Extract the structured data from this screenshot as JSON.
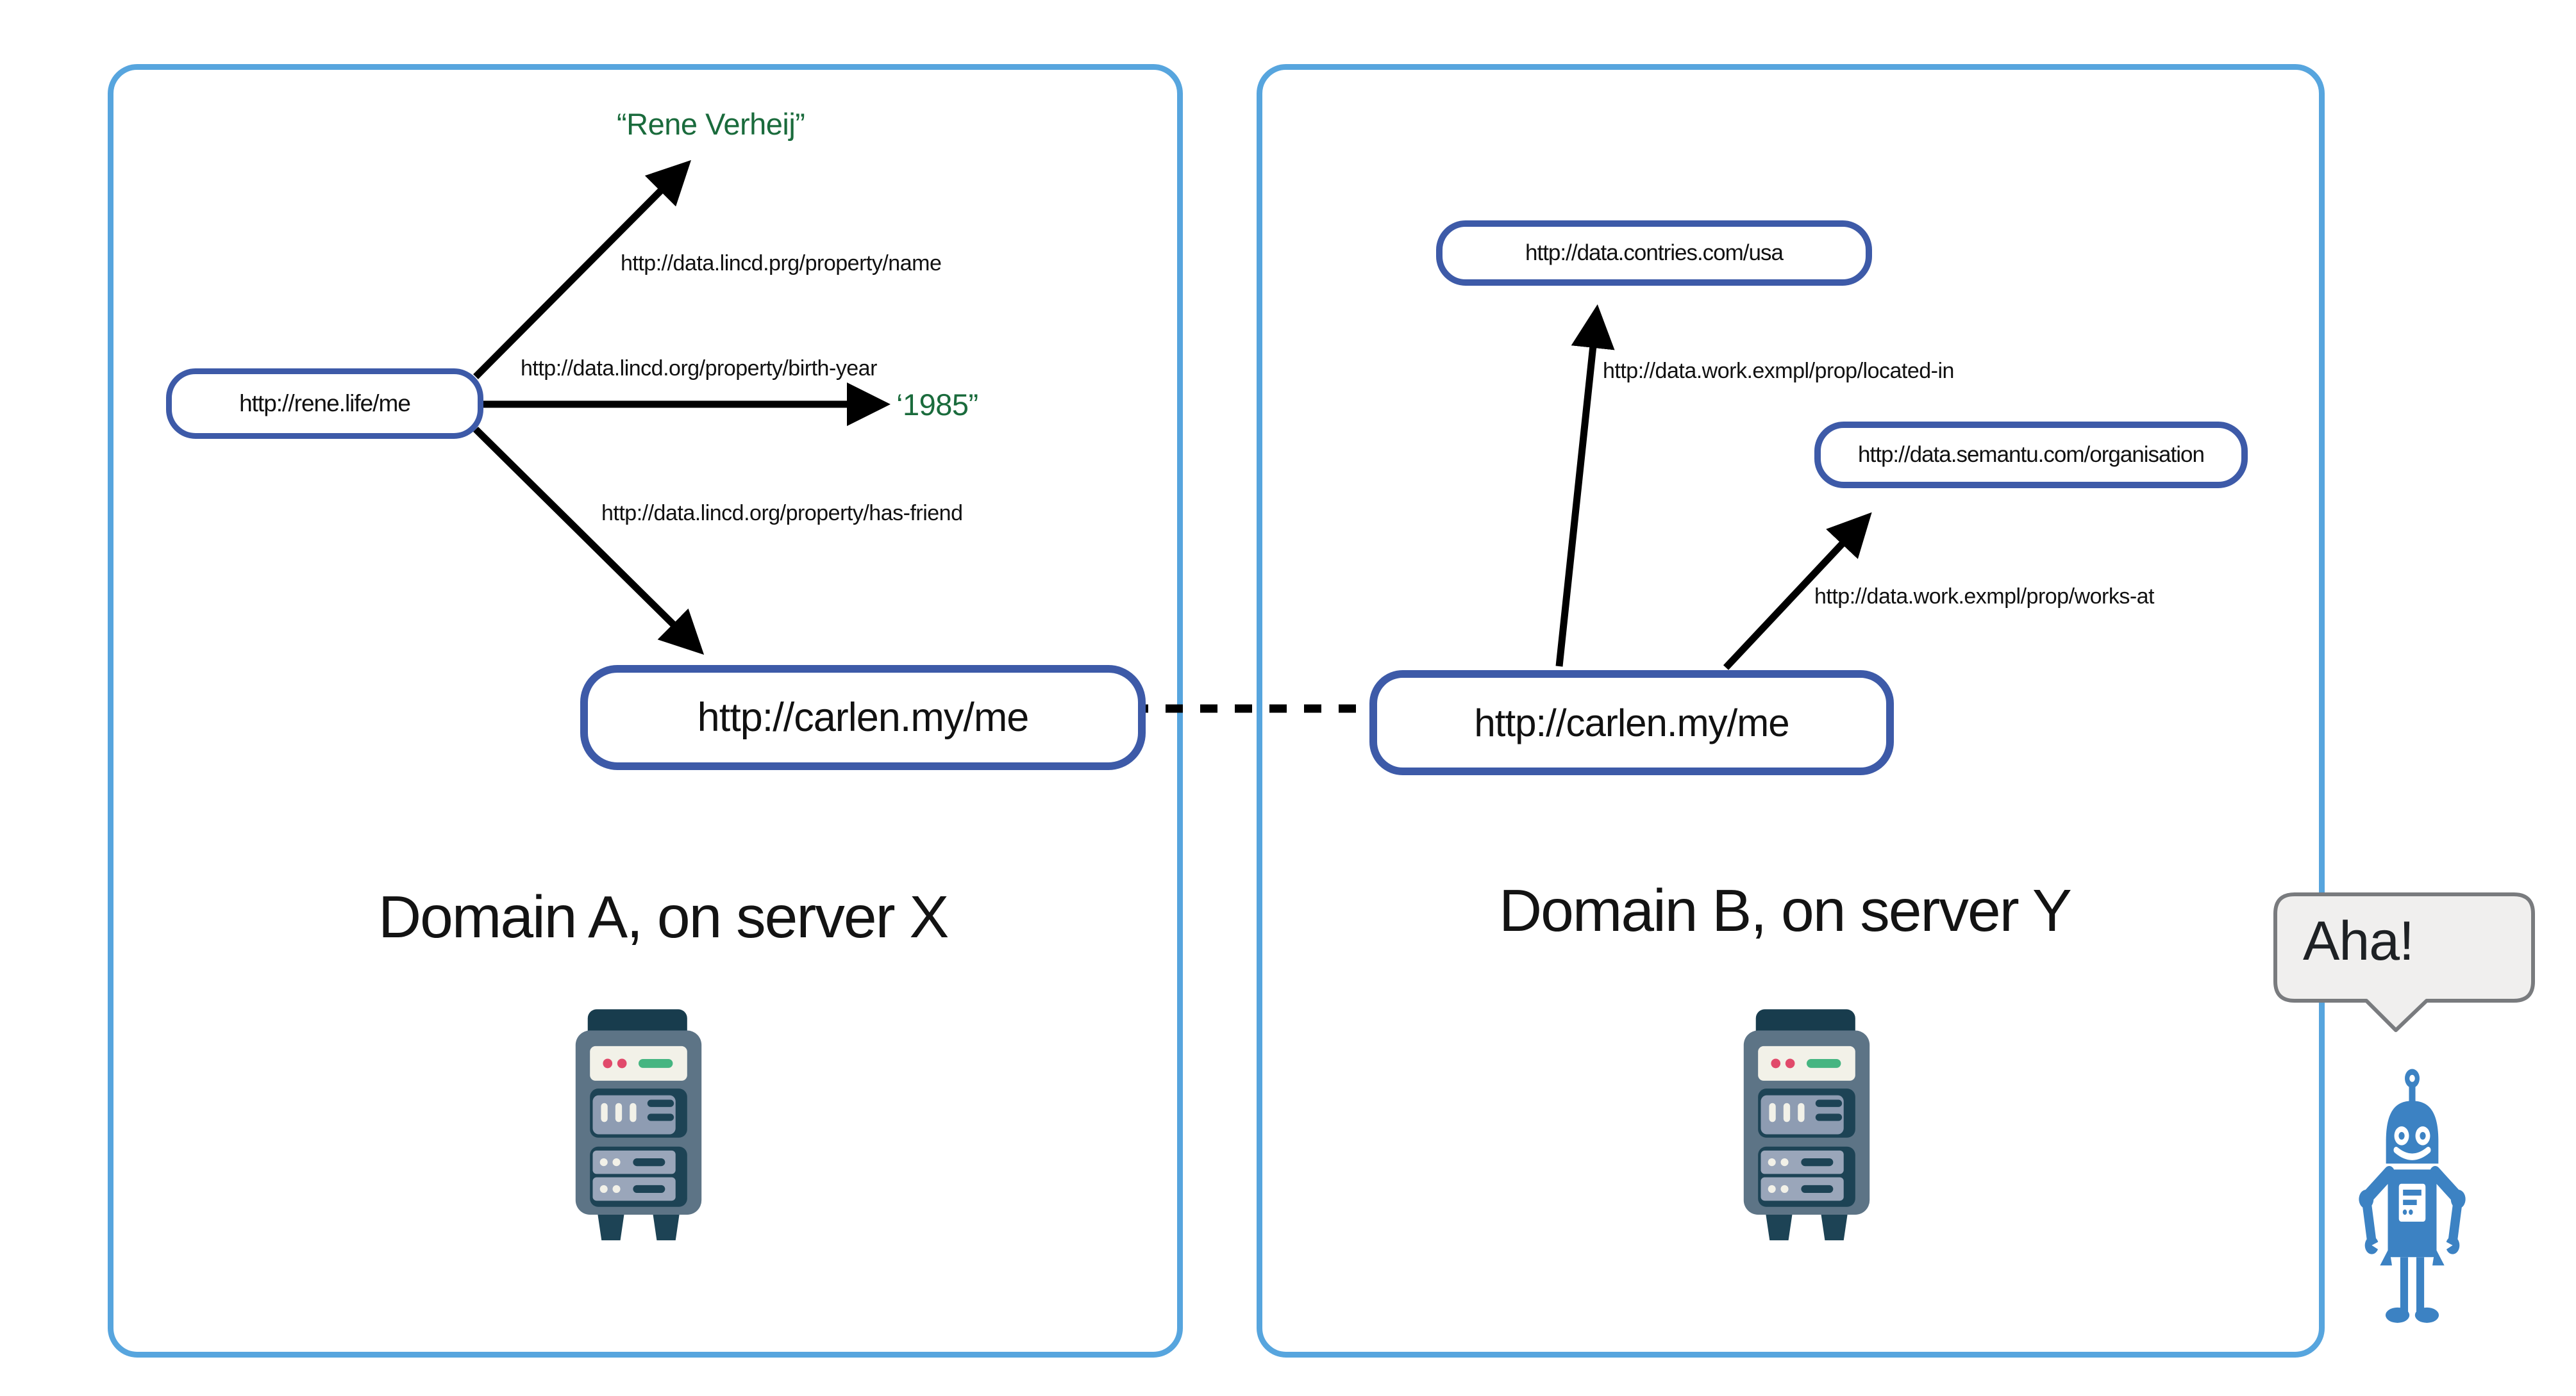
{
  "panels": {
    "a": {
      "title": "Domain A, on server X",
      "nodes": {
        "rene": "http://rene.life/me",
        "carlen": "http://carlen.my/me"
      },
      "literals": {
        "name": "“Rene Verheij”",
        "birth_year": "‘1985”"
      },
      "edges": {
        "name": "http://data.lincd.prg/property/name",
        "birth_year": "http://data.lincd.org/property/birth-year",
        "has_friend": "http://data.lincd.org/property/has-friend"
      }
    },
    "b": {
      "title": "Domain B, on server Y",
      "nodes": {
        "carlen": "http://carlen.my/me",
        "usa": "http://data.contries.com/usa",
        "organisation": "http://data.semantu.com/organisation"
      },
      "edges": {
        "located_in": "http://data.work.exmpl/prop/located-in",
        "works_at": "http://data.work.exmpl/prop/works-at"
      }
    }
  },
  "callout": {
    "text": "Aha!"
  },
  "icons": {
    "server": "server-rack-icon",
    "robot": "robot-icon"
  },
  "colors": {
    "panel_border": "#57a5de",
    "node_border": "#3d5aa8",
    "literal_green": "#1a6b3c",
    "arrow_black": "#000000",
    "bubble_fill": "#f0efee",
    "bubble_border": "#797b7e",
    "robot_blue": "#3c82c3",
    "server_body": "#5d7486",
    "server_dark": "#1d4355",
    "server_cream": "#f2f1e8",
    "server_red": "#e14a6b",
    "server_green": "#45b581"
  }
}
